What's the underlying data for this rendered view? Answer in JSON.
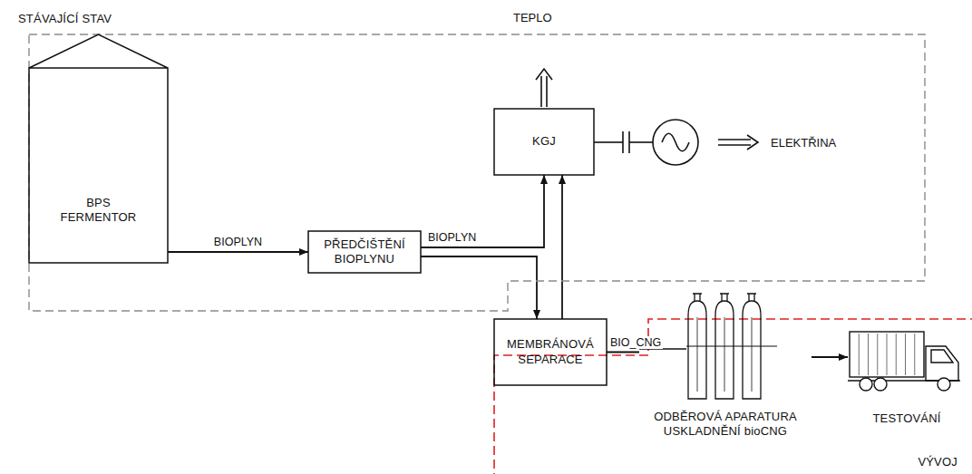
{
  "diagram": {
    "nodes": [
      {
        "text": [
          "STÁVAJÍCÍ STAV"
        ]
      },
      {
        "text": [
          "BPS FERMENTOR"
        ],
        "in": 0
      },
      {
        "text": [
          "PŘEDČIŠTĚNÍ BIOPLYNU"
        ],
        "in": 0
      },
      {
        "text": [
          "KGJ"
        ],
        "in": 0
      },
      {
        "text": [
          "VÝVOJ"
        ]
      },
      {
        "text": [
          "MEMBRÁNOVÁ SEPARACE"
        ],
        "in": 4
      },
      {
        "text": [
          "ODBĚROVÁ APARATURA USKLADNĚNÍ bioCNG"
        ],
        "in": 4
      },
      {
        "text": [
          "TESTOVÁNÍ"
        ],
        "in": 4
      }
    ],
    "edges": [
      {
        "from": 1,
        "to": 2,
        "label": "BIOPLYN",
        "arrow": "to"
      },
      {
        "from": 2,
        "to": 3,
        "label": "BIOPLYN",
        "arrow": "to"
      },
      {
        "from": 2,
        "to": 5,
        "arrow": "to"
      },
      {
        "from": 5,
        "to": 3,
        "arrow": "to"
      },
      {
        "from": 5,
        "to": 6,
        "label": "BIO_CNG",
        "arrow": "none"
      },
      {
        "from": 6,
        "to": 7,
        "arrow": "to"
      }
    ],
    "labels": [
      "TEPLO",
      "ELEKTŘINA"
    ]
  }
}
